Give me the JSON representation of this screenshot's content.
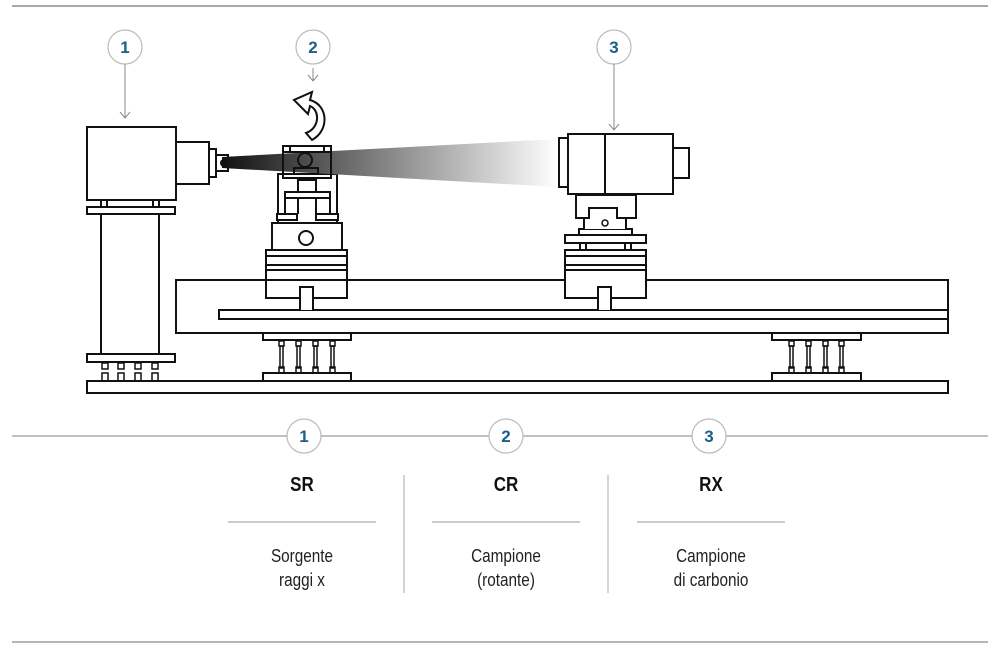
{
  "diagram": {
    "callouts": [
      {
        "number": "1"
      },
      {
        "number": "2"
      },
      {
        "number": "3"
      }
    ],
    "rotation_indicator": "counter-clockwise-arrow",
    "beam": "x-ray-beam-gradient"
  },
  "legend": {
    "items": [
      {
        "number": "1",
        "code": "SR",
        "description_line1": "Sorgente",
        "description_line2": "raggi x"
      },
      {
        "number": "2",
        "code": "CR",
        "description_line1": "Campione",
        "description_line2": "(rotante)"
      },
      {
        "number": "3",
        "code": "RX",
        "description_line1": "Campione",
        "description_line2": "di carbonio"
      }
    ]
  },
  "colors": {
    "accent": "#1b5f86",
    "rule": "#9a9a9a",
    "stroke": "#111111"
  }
}
